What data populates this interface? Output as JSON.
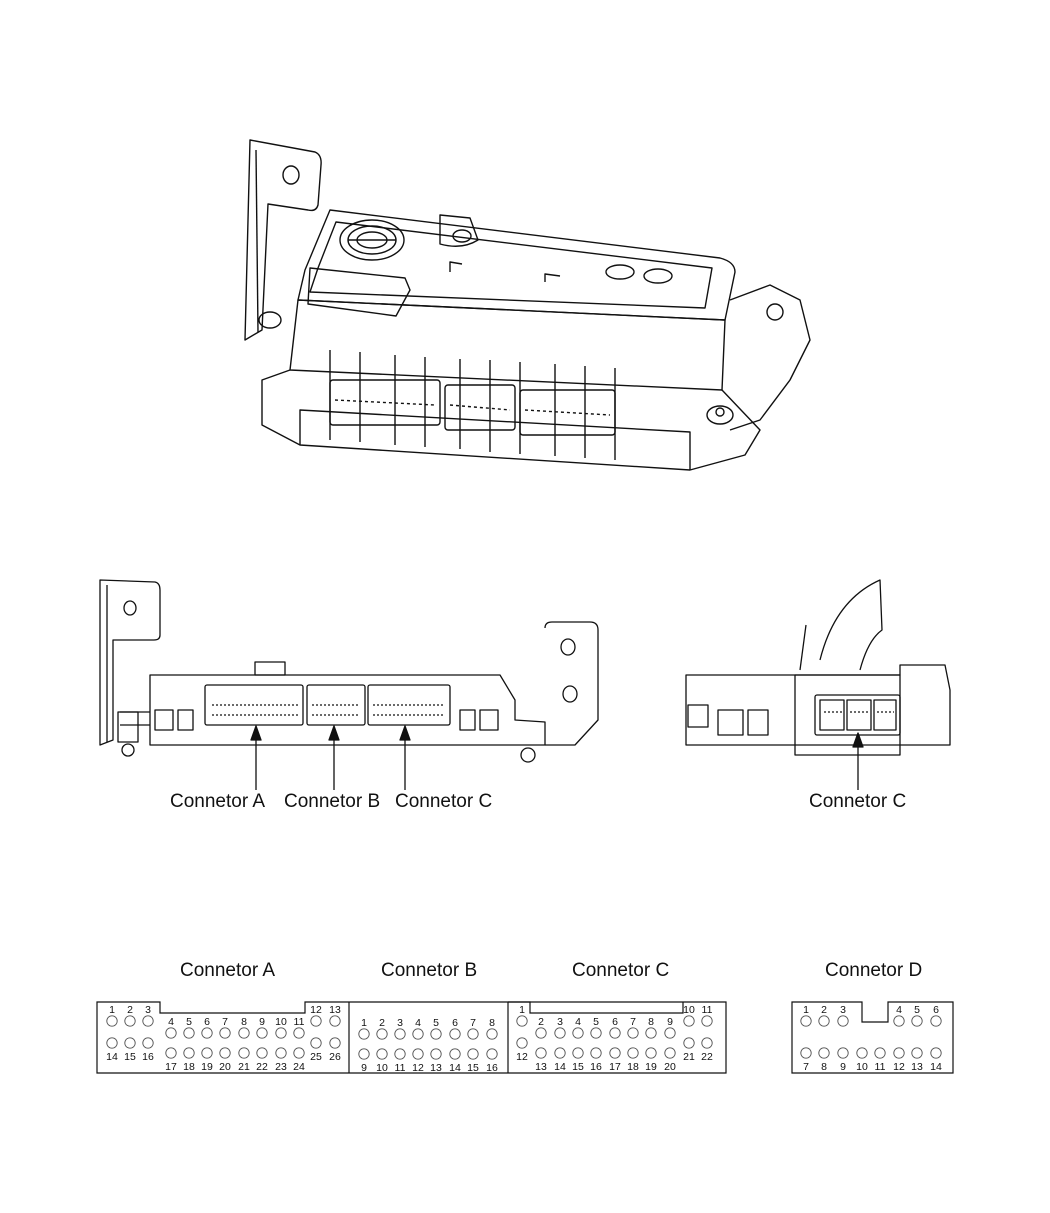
{
  "side_view_labels": {
    "left": [
      "Connetor A",
      "Connetor B",
      "Connetor C"
    ],
    "right": "Connetor C"
  },
  "pinout": {
    "connectors": [
      {
        "name": "Connetor A",
        "row1": [
          "1",
          "2",
          "3",
          "4",
          "5",
          "6",
          "7",
          "8",
          "9",
          "10",
          "11",
          "12",
          "13"
        ],
        "row2": [
          "14",
          "15",
          "16",
          "17",
          "18",
          "19",
          "20",
          "21",
          "22",
          "23",
          "24",
          "25",
          "26"
        ]
      },
      {
        "name": "Connetor B",
        "row1": [
          "1",
          "2",
          "3",
          "4",
          "5",
          "6",
          "7",
          "8"
        ],
        "row2": [
          "9",
          "10",
          "11",
          "12",
          "13",
          "14",
          "15",
          "16"
        ]
      },
      {
        "name": "Connetor C",
        "row1": [
          "1",
          "2",
          "3",
          "4",
          "5",
          "6",
          "7",
          "8",
          "9",
          "10",
          "11"
        ],
        "row2": [
          "12",
          "13",
          "14",
          "15",
          "16",
          "17",
          "18",
          "19",
          "20",
          "21",
          "22"
        ]
      },
      {
        "name": "Connetor D",
        "row1": [
          "1",
          "2",
          "3",
          "4",
          "5",
          "6"
        ],
        "row2": [
          "7",
          "8",
          "9",
          "10",
          "11",
          "12",
          "13",
          "14"
        ]
      }
    ]
  }
}
